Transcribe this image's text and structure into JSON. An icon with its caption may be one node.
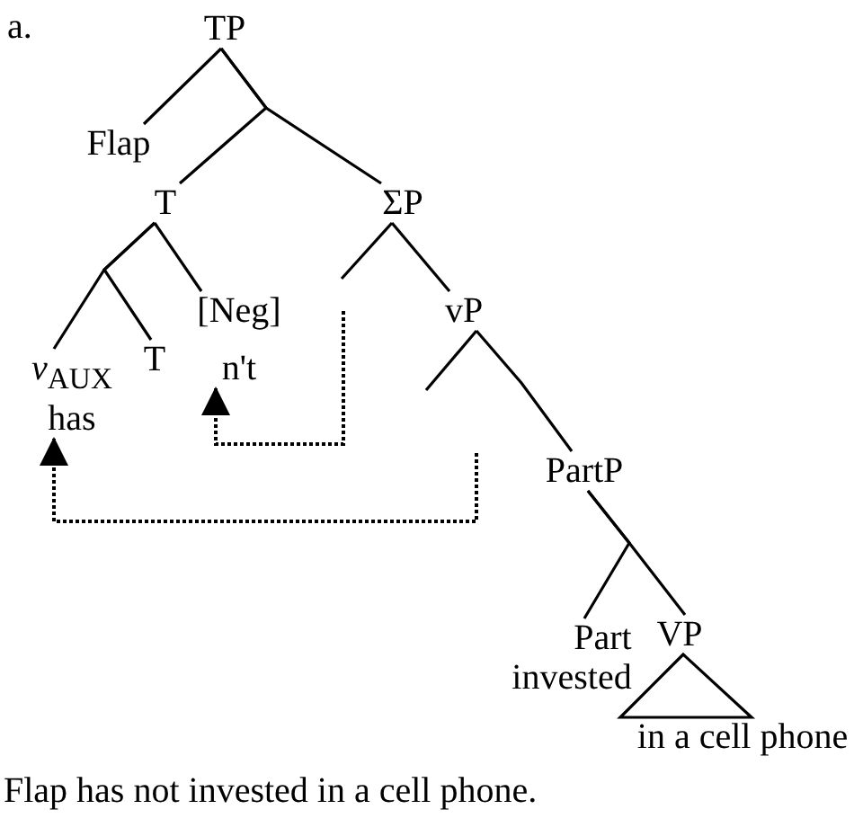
{
  "diagram": {
    "caption": "Flap has not invested in a cell phone.",
    "nodes": [
      {
        "text": [
          "TP"
        ]
      },
      {
        "text": [
          "Flap"
        ]
      },
      {
        "text": [
          "T"
        ]
      },
      {
        "text": [
          "ΣP"
        ]
      },
      {
        "text": [
          "*v*$_{AUX}$",
          "has"
        ]
      },
      {
        "text": [
          "T"
        ]
      },
      {
        "text": [
          "[Neg]",
          "n't"
        ]
      },
      {
        "text": [
          "vP"
        ]
      },
      {
        "text": [
          "PartP"
        ]
      },
      {
        "text": [
          "Part",
          "invested"
        ]
      },
      {
        "text": [
          "VP"
        ]
      },
      {
        "text": [
          "in a cell phone"
        ]
      }
    ],
    "edges": [
      {
        "from": 0,
        "to": 1,
        "arrow": "none"
      },
      {
        "from": 0,
        "to": 2,
        "arrow": "none"
      },
      {
        "from": 0,
        "to": 3,
        "arrow": "none"
      },
      {
        "from": 2,
        "to": 4,
        "arrow": "none"
      },
      {
        "from": 2,
        "to": 5,
        "arrow": "none"
      },
      {
        "from": 2,
        "to": 6,
        "arrow": "none"
      },
      {
        "from": 3,
        "to": null,
        "arrow": "none"
      },
      {
        "from": 3,
        "to": 7,
        "arrow": "none"
      },
      {
        "from": 7,
        "to": null,
        "arrow": "none"
      },
      {
        "from": 7,
        "to": 8,
        "arrow": "none"
      },
      {
        "from": 8,
        "to": 9,
        "arrow": "none"
      },
      {
        "from": 8,
        "to": 10,
        "arrow": "none"
      },
      {
        "from": 10,
        "to": 11,
        "arrow": "none"
      },
      {
        "from": null,
        "to": 6,
        "arrow": "to",
        "style": "dashed"
      },
      {
        "from": null,
        "to": 4,
        "arrow": "to",
        "style": "dashed"
      }
    ],
    "labels": [
      "a."
    ]
  }
}
